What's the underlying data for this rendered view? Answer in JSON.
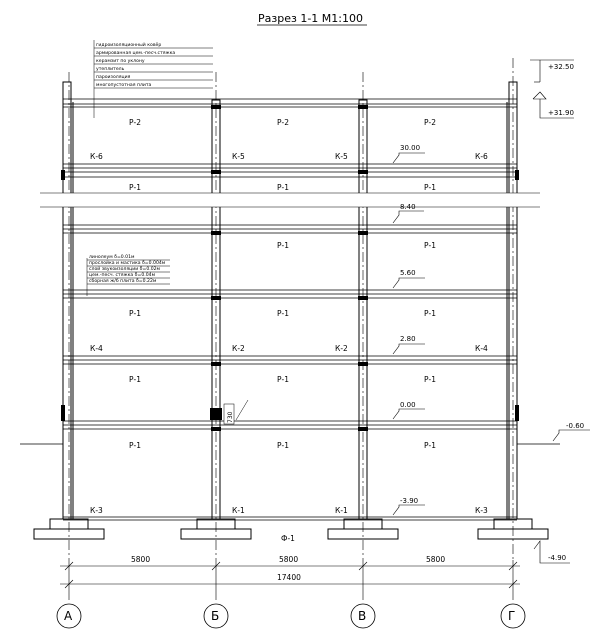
{
  "title": "Разрез 1-1 М1:100",
  "roof_layers": [
    "гидроизоляционный ковёр",
    "армированная цем.-песч.стяжка",
    "керамзит по уклону",
    "утеплитель",
    "пароизоляция",
    "многопустотная плита"
  ],
  "floor_layers": [
    "линолеум  δ=0.01м",
    "прослойка и мастика δ=0.004м",
    "слой звукоизоляции δ=0.02м",
    "цем.-песч. стяжка  δ=0.04м",
    "сборная ж/б плита δ=0.22м"
  ],
  "levels": {
    "roof_top": "+32.50",
    "roof_bottom": "+31.90",
    "floor_top": "30.00",
    "floor_mid1": "8.40",
    "floor_mid2": "5.60",
    "floor_mid3": "2.80",
    "ground_floor": "0.00",
    "ground": "-0.60",
    "basement": "-3.90",
    "foundation": "-4.90"
  },
  "rooms": {
    "roof_row": [
      "Р-2",
      "Р-2",
      "Р-2"
    ],
    "r2": [
      "Р-1",
      "Р-1",
      "Р-1"
    ],
    "r3": [
      "Р-1",
      "Р-1"
    ],
    "r4": [
      "Р-1",
      "Р-1",
      "Р-1"
    ],
    "r5": [
      "Р-1",
      "Р-1",
      "Р-1"
    ],
    "r6": [
      "Р-1",
      "Р-1",
      "Р-1"
    ]
  },
  "columns": {
    "k6": [
      "К-6",
      "К-5",
      "К-5",
      "К-6"
    ],
    "k4": [
      "К-4",
      "К-2",
      "К-2",
      "К-4"
    ],
    "k3": [
      "К-3",
      "К-1",
      "К-1",
      "К-3"
    ]
  },
  "foundation_label": "Ф-1",
  "stair_label": "730",
  "dimensions": {
    "spans": [
      "5800",
      "5800",
      "5800"
    ],
    "total": "17400"
  },
  "axes": [
    "А",
    "Б",
    "В",
    "Г"
  ]
}
